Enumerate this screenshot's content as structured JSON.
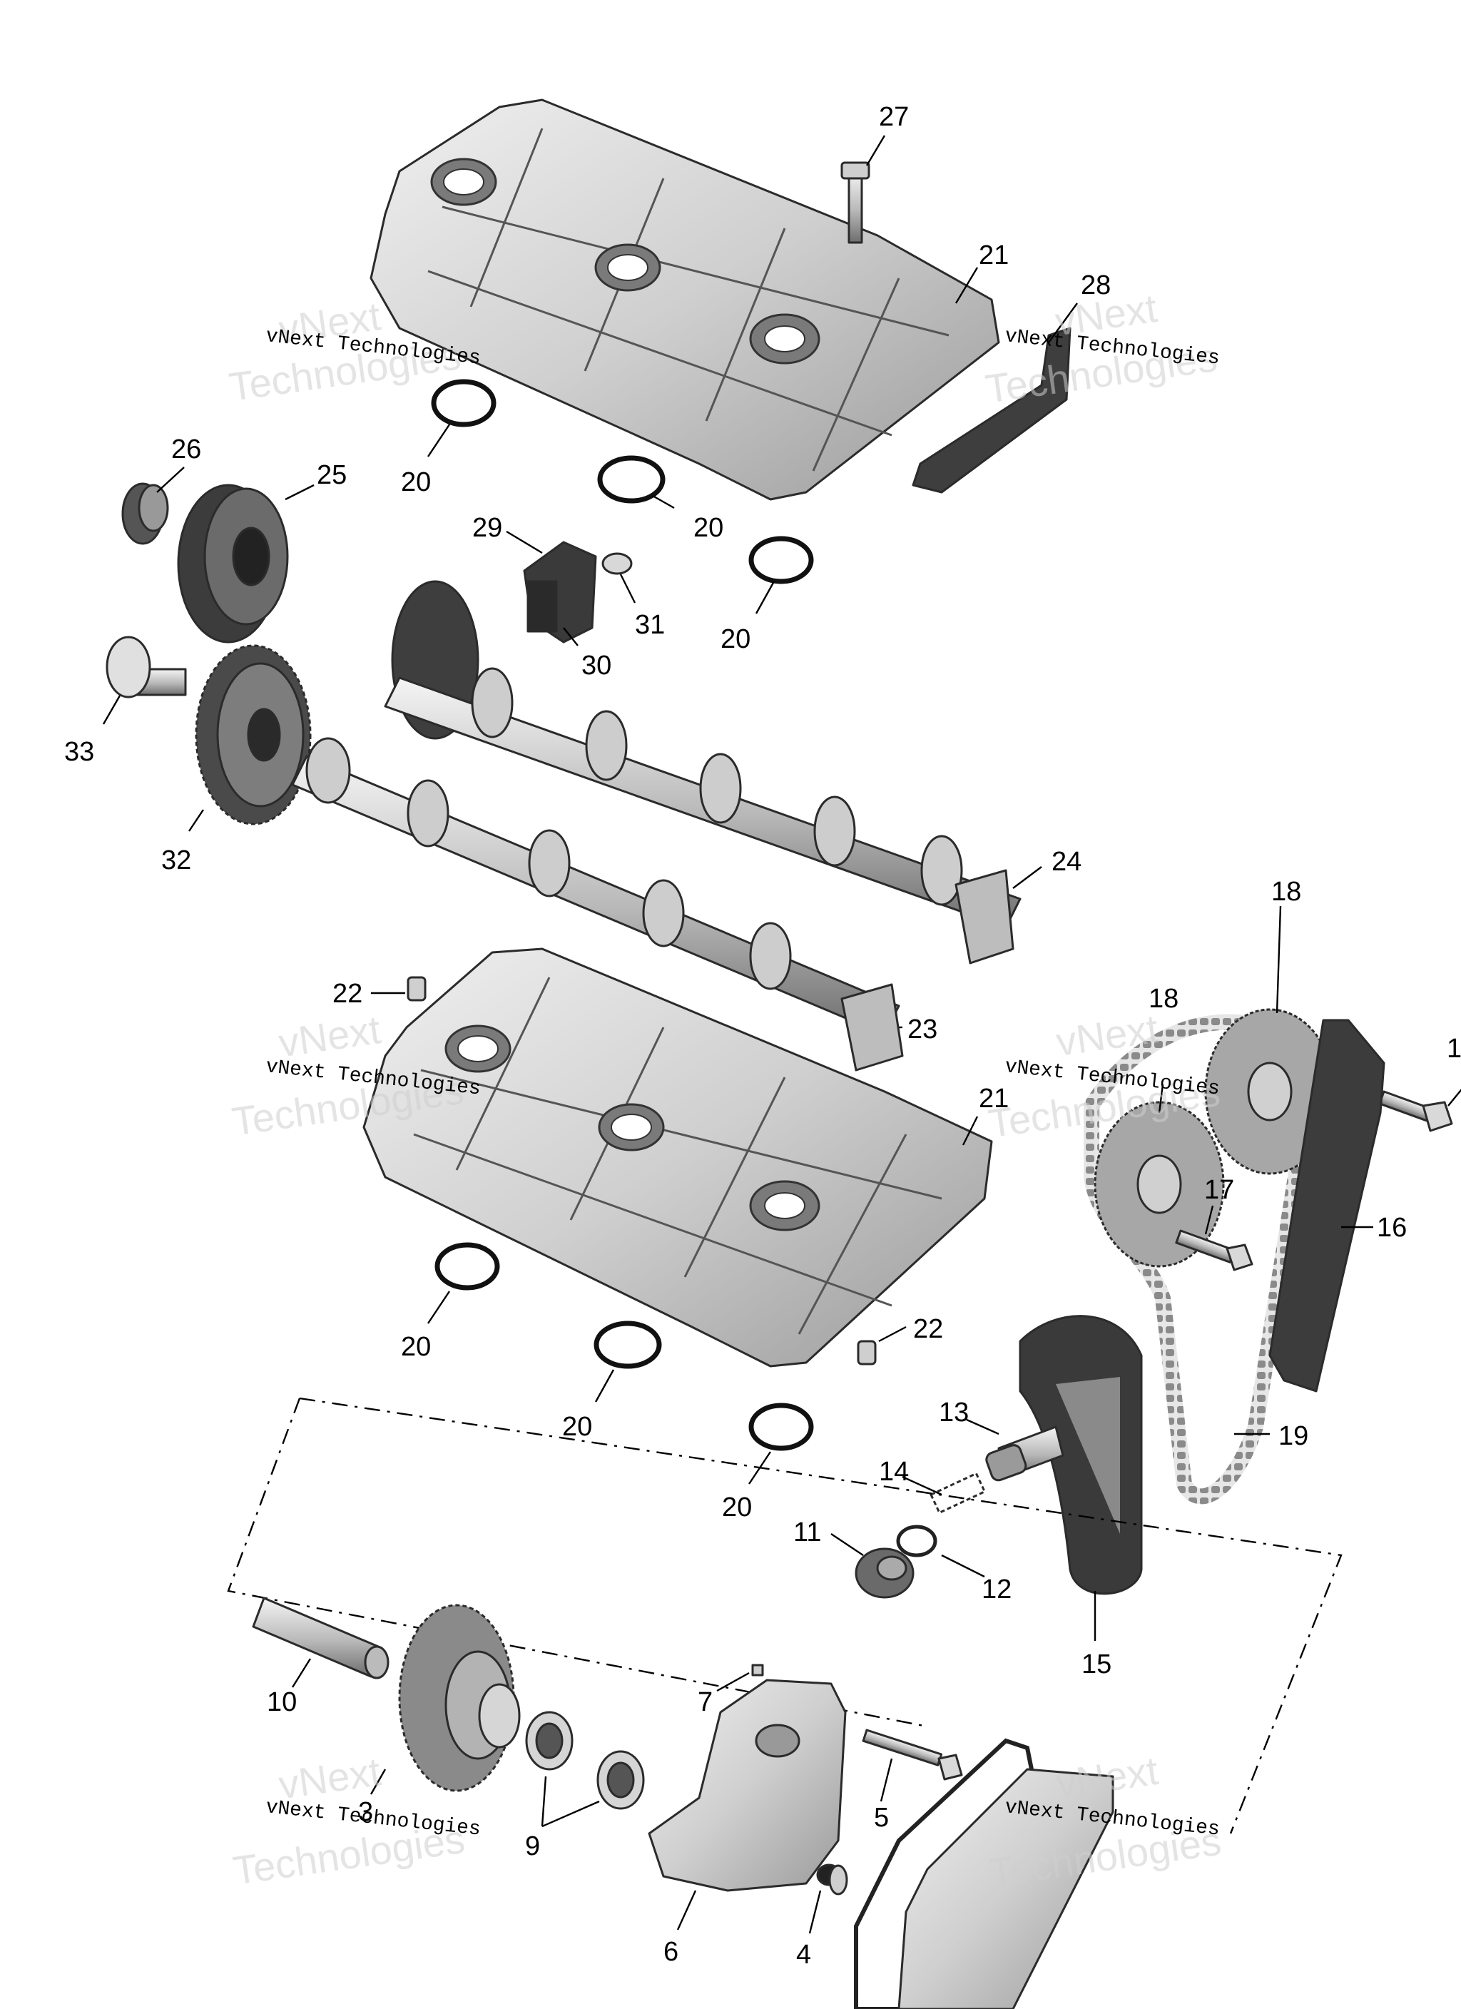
{
  "callouts": [
    "27",
    "21",
    "28",
    "20",
    "20",
    "20",
    "26",
    "25",
    "29",
    "31",
    "30",
    "33",
    "32",
    "24",
    "22",
    "23",
    "21",
    "18",
    "18",
    "1",
    "17",
    "16",
    "20",
    "20",
    "22",
    "20",
    "13",
    "14",
    "19",
    "11",
    "12",
    "15",
    "10",
    "7",
    "5",
    "9",
    "3",
    "6",
    "4"
  ],
  "watermarks": {
    "small": "vNext Technologies",
    "big_line1": "vNext",
    "big_line2": "Technologies"
  },
  "colors": {
    "part_light": "#dcdcdc",
    "part_mid": "#b9b9b9",
    "part_dark": "#4a4a4a",
    "outline": "#2b2b2b"
  }
}
